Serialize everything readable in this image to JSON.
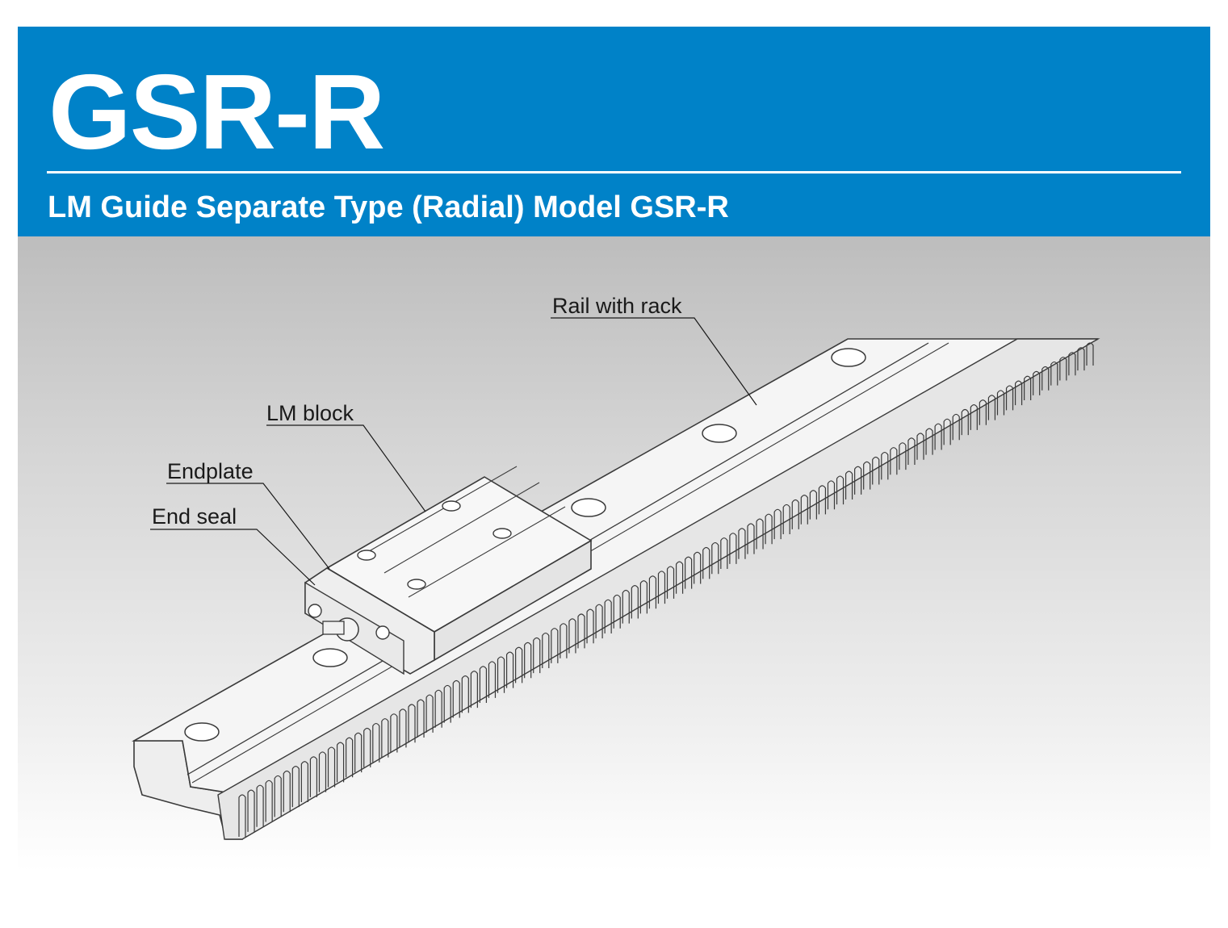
{
  "header": {
    "title": "GSR-R",
    "subtitle": "LM Guide Separate Type (Radial) Model GSR-R"
  },
  "diagram": {
    "callouts": {
      "rail_with_rack": "Rail with rack",
      "lm_block": "LM block",
      "endplate": "Endplate",
      "end_seal": "End seal"
    }
  },
  "colors": {
    "header_bg": "#0082c8",
    "header_text": "#ffffff",
    "drawing_fill": "#f2f2f2",
    "drawing_stroke": "#3a3a3a"
  }
}
